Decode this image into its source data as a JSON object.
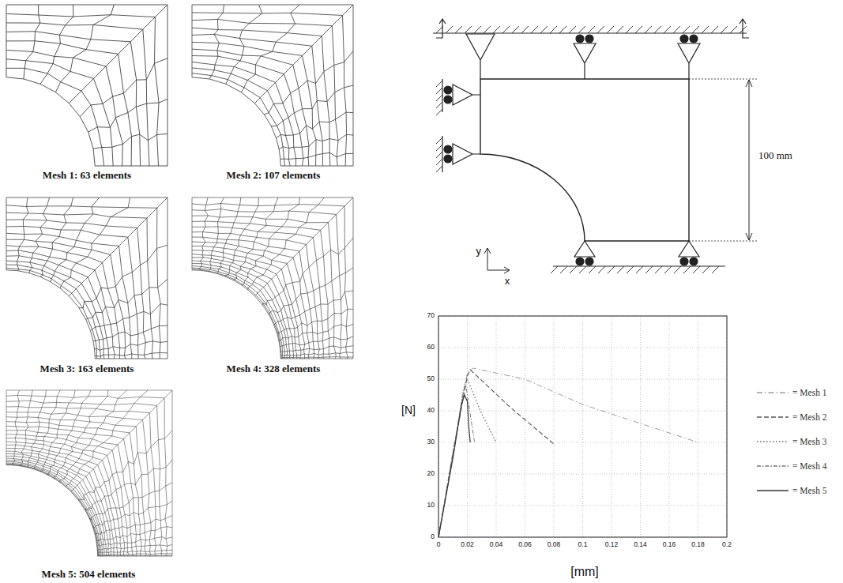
{
  "diagram": {
    "labels": [
      "Mesh 1: 63 elements",
      "Mesh 2: 107 elements",
      "Mesh 3: 163 elements",
      "Mesh 4: 328 elements",
      "Mesh 5: 504 elements",
      "100 mm",
      "y",
      "x",
      "[N]",
      "[mm]",
      "0",
      "10",
      "20",
      "30",
      "40",
      "50",
      "60",
      "70",
      "0",
      "0.02",
      "0.04",
      "0.06",
      "0.08",
      "0.1",
      "0.12",
      "0.14",
      "0.16",
      "0.18",
      "0.2"
    ],
    "legend": [
      {
        "text": "= Mesh 1"
      },
      {
        "text": "= Mesh 2"
      },
      {
        "text": "= Mesh 3"
      },
      {
        "text": "= Mesh 4"
      },
      {
        "text": "= Mesh 5"
      }
    ]
  }
}
